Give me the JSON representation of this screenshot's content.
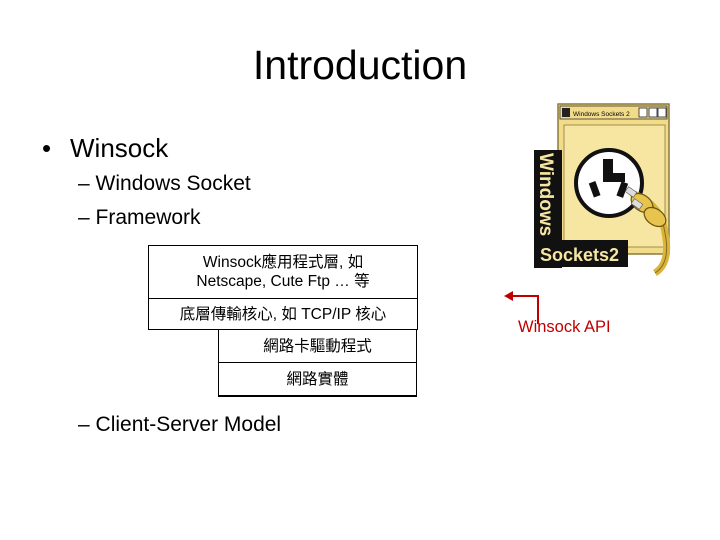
{
  "slide": {
    "title": "Introduction",
    "bullet": {
      "marker": "•",
      "text": "Winsock"
    },
    "subitems": [
      {
        "marker": "–",
        "text": "Windows Socket"
      },
      {
        "marker": "–",
        "text": "Framework"
      }
    ],
    "layers": {
      "app": [
        "Winsock應用程式層, 如",
        "Netscape, Cute Ftp … 等"
      ],
      "kernel": "底層傳輸核心, 如 TCP/IP 核心",
      "driver": "網路卡驅動程式",
      "hardware": "網路實體"
    },
    "last_item": {
      "marker": "–",
      "text": "Client-Server Model"
    },
    "api_label": "Winsock API",
    "logo": {
      "window_title": "Windows Sockets 2",
      "vertical_text": "Windows",
      "horizontal_text": "Sockets2",
      "colors": {
        "bg": "#f2dc8a",
        "band": "#ffffff",
        "dark": "#111111",
        "plug": "#e6c44d"
      }
    },
    "colors": {
      "accent": "#c00000"
    }
  }
}
